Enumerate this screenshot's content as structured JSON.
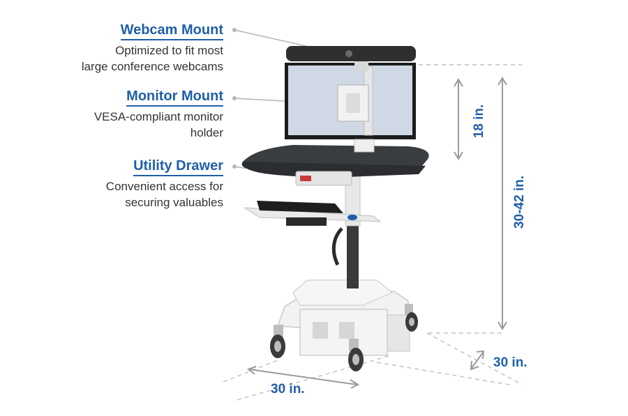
{
  "callouts": {
    "webcam": {
      "title": "Webcam Mount",
      "line1": "Optimized to fit most",
      "line2": "large conference webcams"
    },
    "monitor": {
      "title": "Monitor Mount",
      "line1": "VESA-compliant monitor",
      "line2": "holder"
    },
    "drawer": {
      "title": "Utility Drawer",
      "line1": "Convenient access for",
      "line2": "securing valuables"
    }
  },
  "dimensions": {
    "monitor_height": "18 in.",
    "overall_height": "30-42 in.",
    "width": "30 in.",
    "depth": "30 in."
  },
  "colors": {
    "accent": "#1f5fa8",
    "text": "#333333",
    "guide": "#bdbdbd"
  }
}
